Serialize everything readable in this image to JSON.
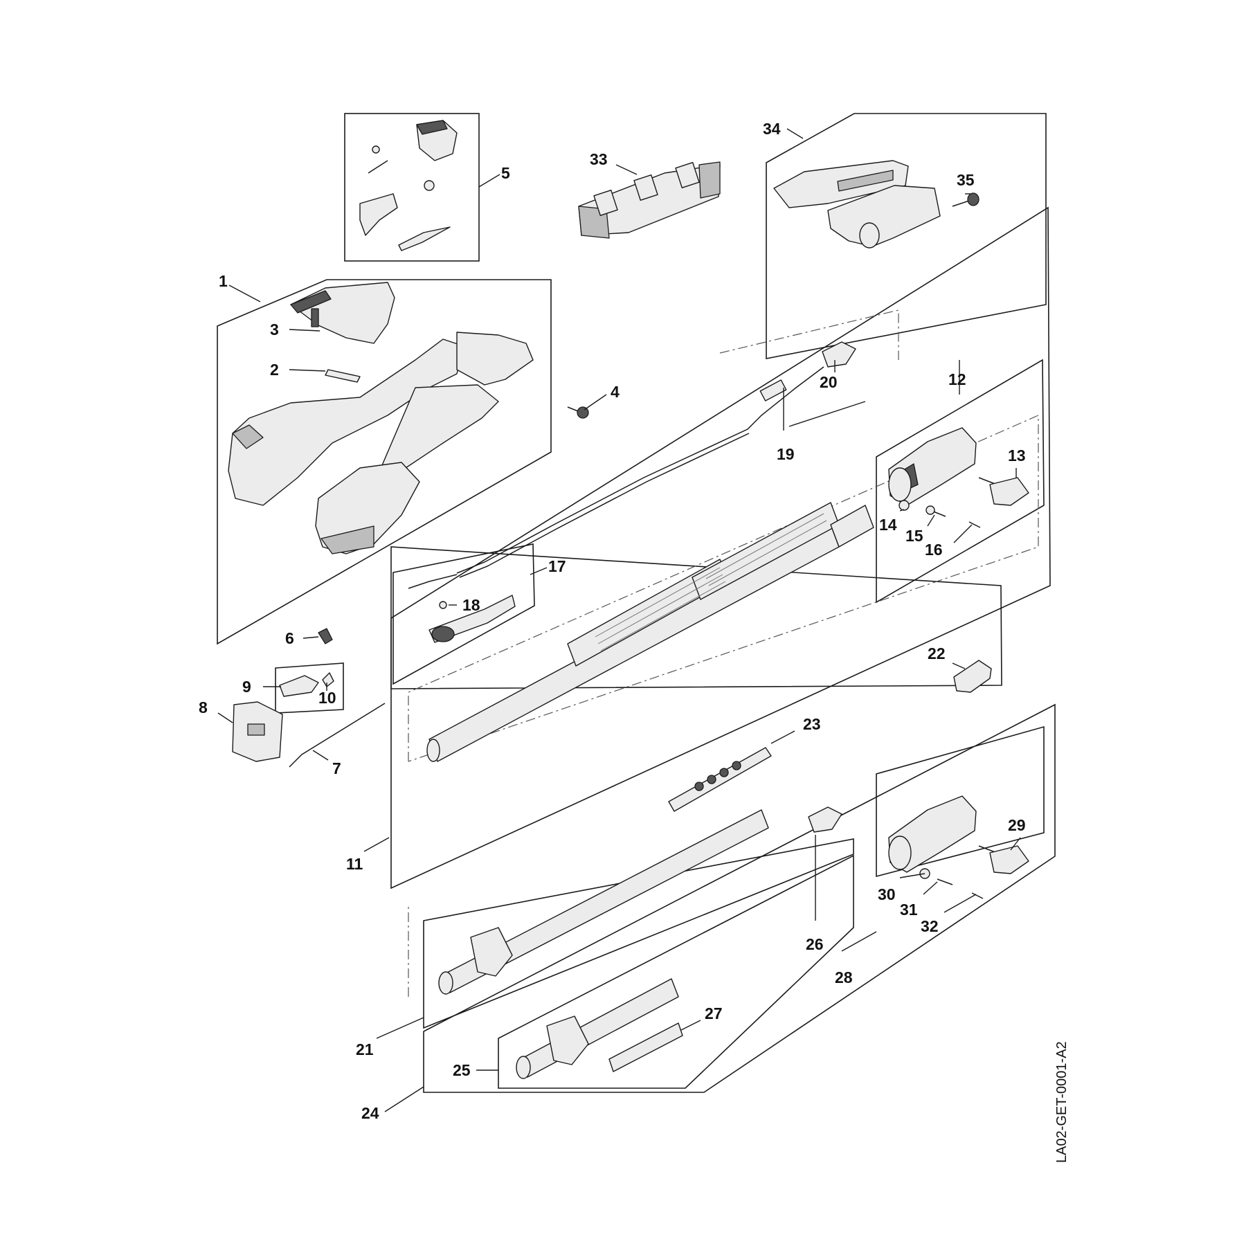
{
  "diagram": {
    "document_code": "LA02-GET-0001-A2",
    "callouts": [
      "1",
      "2",
      "3",
      "4",
      "5",
      "6",
      "7",
      "8",
      "9",
      "10",
      "11",
      "12",
      "13",
      "14",
      "15",
      "16",
      "17",
      "18",
      "19",
      "20",
      "21",
      "22",
      "23",
      "24",
      "25",
      "26",
      "27",
      "28",
      "29",
      "30",
      "31",
      "32",
      "33",
      "34",
      "35"
    ],
    "colors": {
      "line": "#1a1a1a",
      "part_fill": "#ececec",
      "dark_part": "#555555",
      "background": "#ffffff"
    }
  }
}
